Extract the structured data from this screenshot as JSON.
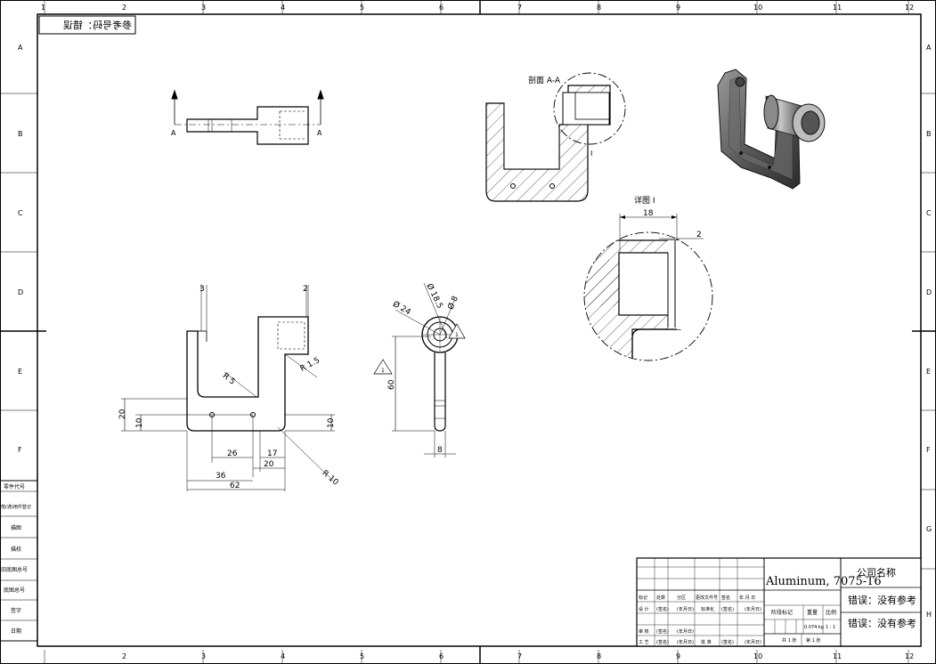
{
  "border": {
    "top_numbers": [
      "1",
      "2",
      "3",
      "4",
      "5",
      "6",
      "7",
      "8",
      "9",
      "10",
      "11",
      "12"
    ],
    "bottom_numbers": [
      "2",
      "3",
      "4",
      "5",
      "6",
      "7",
      "8",
      "9",
      "10",
      "11",
      "12"
    ],
    "left_letters": [
      "A",
      "B",
      "C",
      "D",
      "E",
      "F"
    ],
    "right_letters": [
      "A",
      "B",
      "C",
      "D",
      "E",
      "F",
      "G",
      "H"
    ]
  },
  "mirrored_note": "参考号码：错误",
  "views": {
    "top_view": {
      "section_mark_left": "A",
      "section_mark_right": "A"
    },
    "section_aa": {
      "title": "剖面 A-A",
      "detail_callout": "I"
    },
    "detail_i": {
      "title": "详图 I",
      "dim_width": "18",
      "dim_gap": "2"
    },
    "front_view": {
      "dims": {
        "d3": "3",
        "d2": "2",
        "r5": "R 5",
        "r15": "R 1.5",
        "d20": "20",
        "d10_left": "10",
        "d10_right": "10",
        "d26": "26",
        "d17": "17",
        "d20b": "20",
        "d36": "36",
        "d62": "62",
        "r10": "R 10"
      }
    },
    "side_view": {
      "dims": {
        "d18": "Ø 18.5",
        "d24": "Ø 24",
        "d8top": "Ø 8",
        "d60": "60",
        "d8": "8"
      },
      "flag1": "1",
      "flag2": "1"
    }
  },
  "title_block": {
    "material": "Aluminum, 7075-T6",
    "company": "公司名称",
    "error1": "错误：没有参考",
    "error2": "错误：没有参考",
    "weight_header": "重量",
    "scale_header": "比例",
    "stage_header": "阶段标记",
    "weight_value": "0.074 kg",
    "scale_value": "1 : 1",
    "sheets": "共 1 张",
    "sheet_no": "第 1 张",
    "row_headers": [
      "标记",
      "处数",
      "分区",
      "更改文件号",
      "签名",
      "年.月.日"
    ],
    "row2": [
      "设 计",
      "(签名)",
      "(年月日)",
      "标准化",
      "(签名)",
      "(年月日)"
    ],
    "row3": [
      "审 核",
      "(签名)",
      "(年月日)"
    ],
    "row4": [
      "工 艺",
      "(签名)",
      "(年月日)",
      "批 准",
      "(签名)",
      "(年月日)"
    ]
  },
  "left_stub": {
    "rows": [
      "借(通)用件登记",
      "旧底图总号",
      "底图总号",
      "签字",
      "日期"
    ],
    "top_rows": [
      "零件代号",
      "借(通)用件登记"
    ],
    "labels": [
      "描图",
      "描校",
      "旧底图总号",
      "底图总号",
      "签字",
      "日期"
    ]
  }
}
